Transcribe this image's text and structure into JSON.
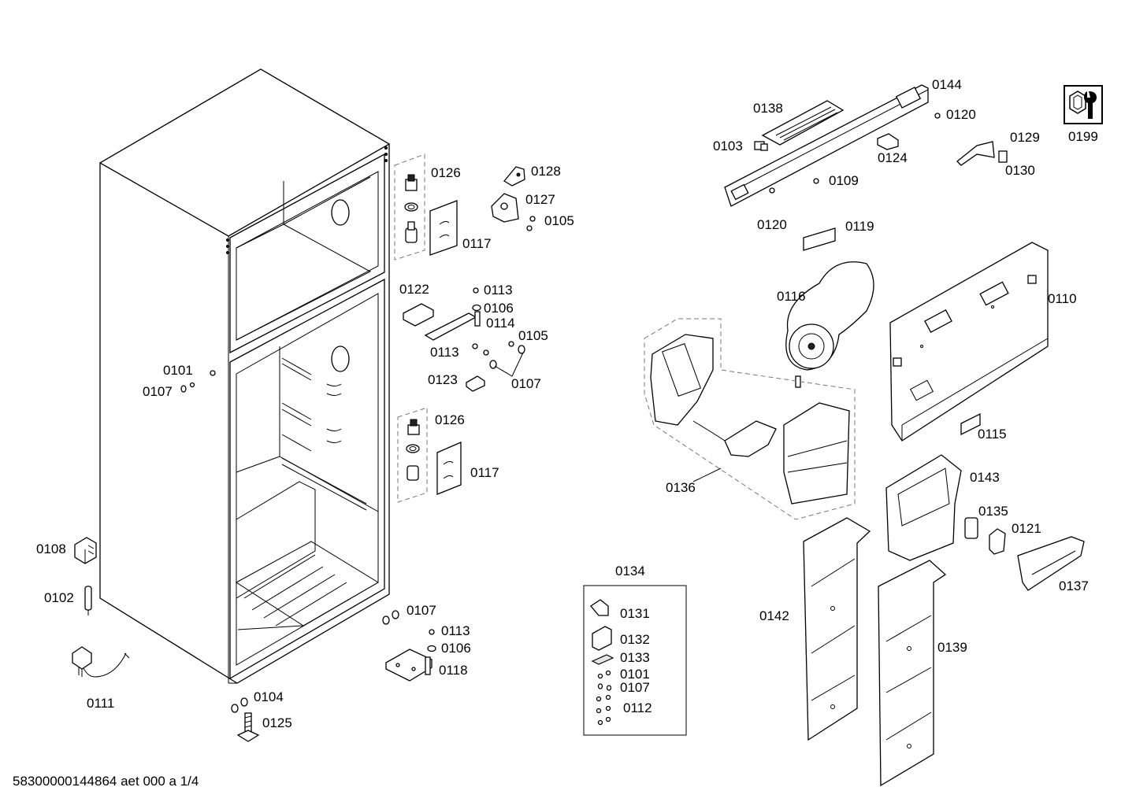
{
  "labels": {
    "l0101a": "0101",
    "l0107a": "0107",
    "l0108": "0108",
    "l0102": "0102",
    "l0111": "0111",
    "l0104": "0104",
    "l0125": "0125",
    "l0107b": "0107",
    "l0113a": "0113",
    "l0106a": "0106",
    "l0118": "0118",
    "l0126a": "0126",
    "l0117a": "0117",
    "l0128": "0128",
    "l0127": "0127",
    "l0105a": "0105",
    "l0122": "0122",
    "l0113b": "0113",
    "l0106b": "0106",
    "l0114": "0114",
    "l0113c": "0113",
    "l0105b": "0105",
    "l0123": "0123",
    "l0107c": "0107",
    "l0126b": "0126",
    "l0117b": "0117",
    "l0134": "0134",
    "l0131": "0131",
    "l0132": "0132",
    "l0133": "0133",
    "l0101b": "0101",
    "l0107d": "0107",
    "l0112": "0112",
    "l0138": "0138",
    "l0144": "0144",
    "l0120a": "0120",
    "l0103": "0103",
    "l0124": "0124",
    "l0109": "0109",
    "l0120b": "0120",
    "l0119": "0119",
    "l0129": "0129",
    "l0130": "0130",
    "l0199": "0199",
    "l0116": "0116",
    "l0110": "0110",
    "l0115": "0115",
    "l0136": "0136",
    "l0143": "0143",
    "l0135": "0135",
    "l0121": "0121",
    "l0137": "0137",
    "l0142": "0142",
    "l0139": "0139"
  },
  "footer": "58300000144864 aet 000 a 1/4",
  "service_icon": "wrench-service-icon"
}
